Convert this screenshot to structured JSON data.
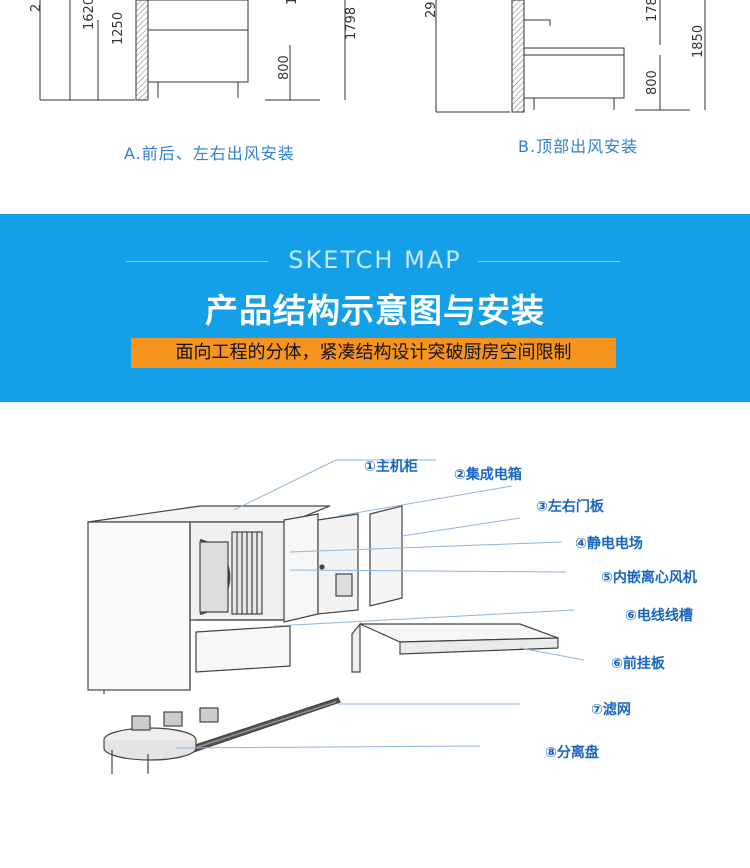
{
  "installation": {
    "option_a": {
      "caption": "A.前后、左右出风安装",
      "dims": [
        "2",
        "1620",
        "1250",
        "800",
        "1798",
        "1"
      ]
    },
    "option_b": {
      "caption": "B.顶部出风安装",
      "dims": [
        "29",
        "178",
        "1850",
        "800"
      ]
    }
  },
  "banner": {
    "sketch_label": "SKETCH MAP",
    "title": "产品结构示意图与安装",
    "subtitle": "面向工程的分体，紧凑结构设计突破厨房空间限制"
  },
  "parts": [
    {
      "label": "①主机柜"
    },
    {
      "label": "②集成电箱"
    },
    {
      "label": "③左右门板"
    },
    {
      "label": "④静电电场"
    },
    {
      "label": "⑤内嵌离心风机"
    },
    {
      "label": "⑥电线线槽"
    },
    {
      "label": "⑥前挂板"
    },
    {
      "label": "⑦滤网"
    },
    {
      "label": "⑧分离盘"
    }
  ],
  "colors": {
    "banner_bg": "#14a0e8",
    "subtitle_bg": "#f7941d",
    "label_text": "#1a65c0",
    "caption_text": "#2e7fd0"
  }
}
